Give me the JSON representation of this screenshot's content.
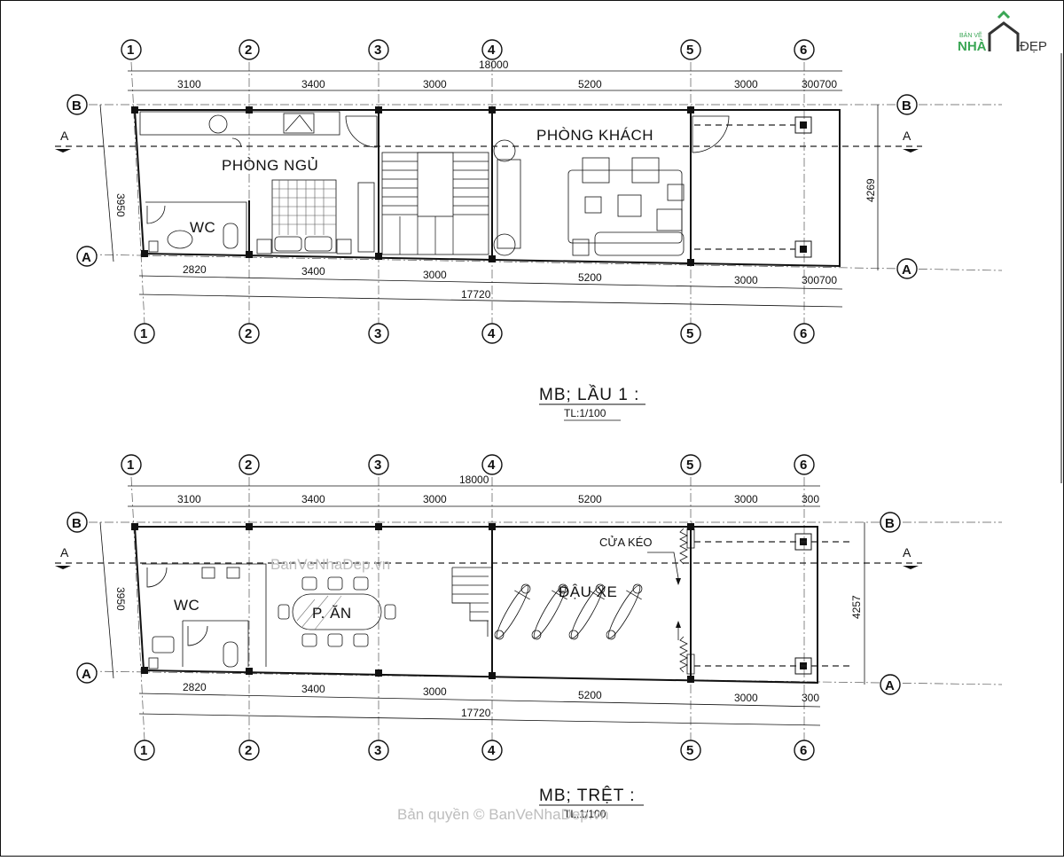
{
  "logo": {
    "top": "BẢN VẼ",
    "brand_left": "NHÀ",
    "brand_right": "ĐẸP"
  },
  "upper_floor": {
    "title": "MB; LẦU 1 :",
    "scale": "TL:1/100",
    "grid_labels": [
      "1",
      "2",
      "3",
      "4",
      "5",
      "6"
    ],
    "row_labels": {
      "b": "B",
      "a": "A"
    },
    "section_label": "A",
    "total_top": "18000",
    "total_bottom": "17720",
    "top_dims": [
      "3100",
      "3400",
      "3000",
      "5200",
      "3000",
      "300",
      "700"
    ],
    "bottom_dims": [
      "2820",
      "3400",
      "3000",
      "5200",
      "3000",
      "300",
      "700"
    ],
    "left_dim": "3950",
    "right_dim": "4269",
    "rooms": {
      "bedroom": "PHÒNG NGỦ",
      "living": "PHÒNG KHÁCH",
      "wc": "WC"
    }
  },
  "ground_floor": {
    "title": "MB; TRỆT :",
    "scale": "TL:1/100",
    "grid_labels": [
      "1",
      "2",
      "3",
      "4",
      "5",
      "6"
    ],
    "row_labels": {
      "b": "B",
      "a": "A"
    },
    "section_label": "A",
    "total_top": "18000",
    "total_bottom": "17720",
    "top_dims": [
      "3100",
      "3400",
      "3000",
      "5200",
      "3000",
      "300"
    ],
    "bottom_dims": [
      "2820",
      "3400",
      "3000",
      "5200",
      "3000",
      "300"
    ],
    "left_dim": "3950",
    "right_dim": "4257",
    "rooms": {
      "wc": "WC",
      "dining": "P. ĂN",
      "parking": "ĐẬU XE",
      "gate": "CỬA KÉO"
    }
  },
  "watermarks": {
    "mid": "BanVeNhaDep.vn",
    "bottom": "Bản quyền © BanVeNhaDep.vn"
  }
}
